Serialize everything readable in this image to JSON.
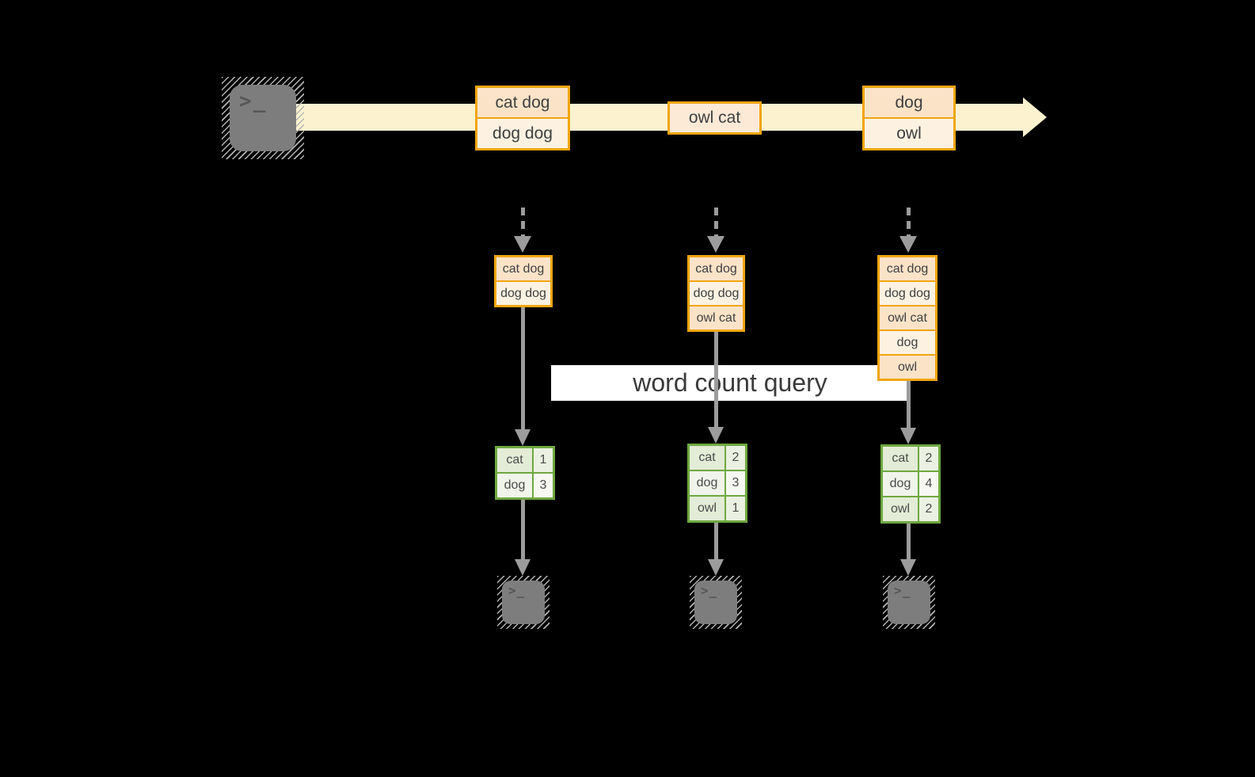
{
  "stream": {
    "events": [
      {
        "lines": [
          "cat dog",
          "dog dog"
        ]
      },
      {
        "lines": [
          "owl cat"
        ]
      },
      {
        "lines": [
          "dog",
          "owl"
        ]
      }
    ]
  },
  "query": {
    "label": "word count query"
  },
  "columns": [
    {
      "buffer": [
        "cat dog",
        "dog dog"
      ],
      "counts": [
        {
          "word": "cat",
          "count": "1"
        },
        {
          "word": "dog",
          "count": "3"
        }
      ]
    },
    {
      "buffer": [
        "cat dog",
        "dog dog",
        "owl cat"
      ],
      "counts": [
        {
          "word": "cat",
          "count": "2"
        },
        {
          "word": "dog",
          "count": "3"
        },
        {
          "word": "owl",
          "count": "1"
        }
      ]
    },
    {
      "buffer": [
        "cat dog",
        "dog dog",
        "owl cat",
        "dog",
        "owl"
      ],
      "counts": [
        {
          "word": "cat",
          "count": "2"
        },
        {
          "word": "dog",
          "count": "4"
        },
        {
          "word": "owl",
          "count": "2"
        }
      ]
    }
  ],
  "icons": {
    "prompt_glyph": ">_"
  },
  "colors": {
    "background": "#000000",
    "stream_band": "#fdf2cf",
    "orange_border": "#f0a50f",
    "peach_dark": "#fbe3c8",
    "peach_light": "#fdf2e2",
    "green_border": "#6ea840",
    "green_cell": "#e3ecd6",
    "arrow_gray": "#9c9c9c",
    "terminal_gray": "#7d7d7d",
    "query_bg": "#ffffff"
  }
}
